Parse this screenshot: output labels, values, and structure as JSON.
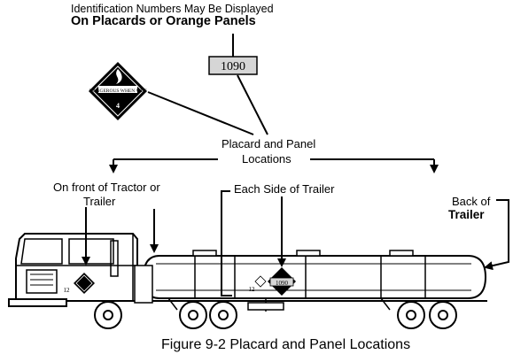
{
  "header": {
    "line1": "Identification Numbers May Be Displayed",
    "line2": "On Placards or Orange Panels"
  },
  "panel": {
    "number": "1090"
  },
  "placard": {
    "text": "DANGEROUS WHEN WET",
    "class_number": "4"
  },
  "labels": {
    "locations_line1": "Placard and Panel",
    "locations_line2": "Locations",
    "front_line1": "On front of Tractor or",
    "front_line2": "Trailer",
    "side": "Each Side of Trailer",
    "back_line1": "Back of",
    "back_line2": "Trailer"
  },
  "truck_panels": {
    "front_number": "12",
    "side_number": "12",
    "side_panel_number": "1090"
  },
  "caption": "Figure 9-2 Placard and Panel Locations"
}
